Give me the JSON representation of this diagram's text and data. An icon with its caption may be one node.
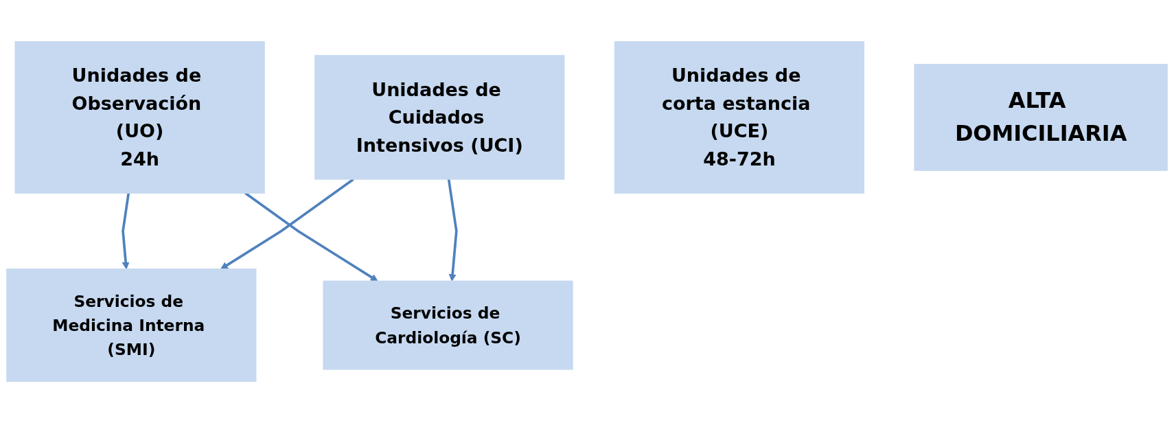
{
  "diagram": {
    "nodes": [
      {
        "text": [
          "Unidades de Observación (UO)",
          "24h"
        ]
      },
      {
        "text": [
          "Unidades de corta estancia (UCE)",
          "48-72h"
        ]
      },
      {
        "text": [
          "Unidades de Cuidados Intensivos (UCI)"
        ]
      },
      {
        "text": [
          "Servicios de Medicina Interna (SMI)"
        ]
      },
      {
        "text": [
          "Servicios de Cardiología (SC)"
        ]
      },
      {
        "text": [
          "ALTA DOMICILIARIA"
        ]
      }
    ],
    "edges": [
      {
        "from": 0,
        "to": 3,
        "arrow": "to"
      },
      {
        "from": 0,
        "to": 4,
        "arrow": "to"
      },
      {
        "from": 2,
        "to": 3,
        "arrow": "to"
      },
      {
        "from": 2,
        "to": 4,
        "arrow": "to"
      }
    ]
  }
}
